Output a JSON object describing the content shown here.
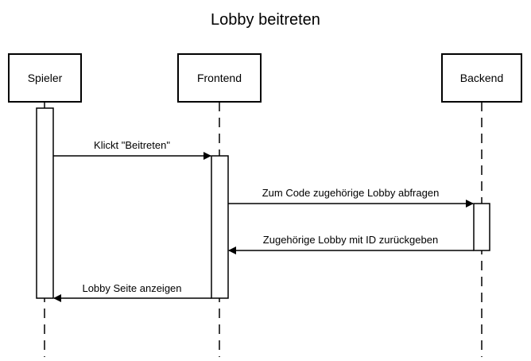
{
  "title": "Lobby beitreten",
  "participants": [
    {
      "id": "spieler",
      "label": "Spieler"
    },
    {
      "id": "frontend",
      "label": "Frontend"
    },
    {
      "id": "backend",
      "label": "Backend"
    }
  ],
  "messages": [
    {
      "from": "spieler",
      "to": "frontend",
      "label": "Klickt \"Beitreten\""
    },
    {
      "from": "frontend",
      "to": "backend",
      "label": "Zum Code zugehörige Lobby abfragen"
    },
    {
      "from": "backend",
      "to": "frontend",
      "label": "Zugehörige Lobby mit ID zurückgeben"
    },
    {
      "from": "frontend",
      "to": "spieler",
      "label": "Lobby Seite anzeigen"
    }
  ]
}
